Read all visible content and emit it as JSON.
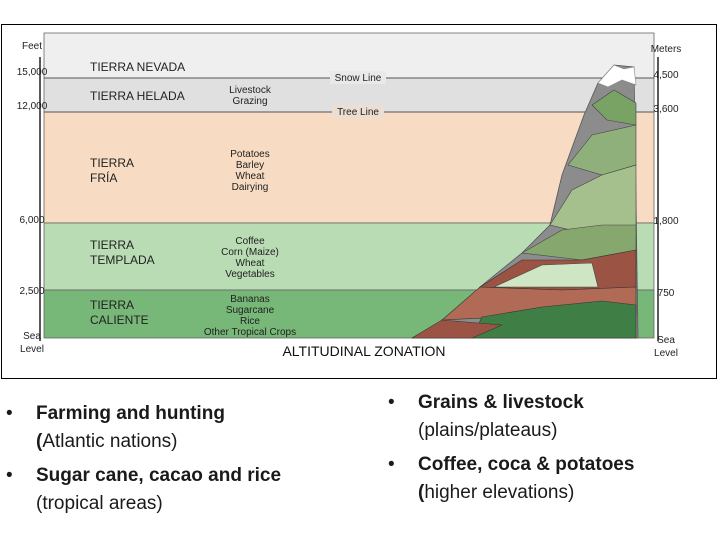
{
  "diagram": {
    "title": "ALTITUDINAL ZONATION",
    "left_unit": "Feet",
    "right_unit": "Meters",
    "left_ticks": [
      "15,000",
      "12,000",
      "6,000",
      "2,500",
      "Sea",
      "Level"
    ],
    "right_ticks": [
      "4,500",
      "3,600",
      "1,800",
      "750",
      "Sea",
      "Level"
    ],
    "lines": {
      "snow": "Snow Line",
      "tree": "Tree Line"
    },
    "zones": [
      {
        "name_lines": [
          "TIERRA NEVADA"
        ],
        "crops": []
      },
      {
        "name_lines": [
          "TIERRA HELADA"
        ],
        "crops": [
          "Livestock",
          "Grazing"
        ]
      },
      {
        "name_lines": [
          "TIERRA",
          "FRÍA"
        ],
        "crops": [
          "Potatoes",
          "Barley",
          "Wheat",
          "Dairying"
        ]
      },
      {
        "name_lines": [
          "TIERRA",
          "TEMPLADA"
        ],
        "crops": [
          "Coffee",
          "Corn (Maize)",
          "Wheat",
          "Vegetables"
        ]
      },
      {
        "name_lines": [
          "TIERRA",
          "CALIENTE"
        ],
        "crops": [
          "Bananas",
          "Sugarcane",
          "Rice",
          "Other Tropical Crops"
        ]
      }
    ],
    "colors": {
      "nevada": "#efefef",
      "helada": "#e0e0e0",
      "fria": "#f7dcc3",
      "templada": "#b9dcb4",
      "caliente": "#77b778",
      "mountain_rock": "#8c8c8c",
      "mountain_green": "#79a364",
      "mountain_red": "#9b5444",
      "snow": "#ffffff"
    }
  },
  "bullets_left": [
    {
      "main": "Farming and hunting",
      "sub_bold": "(",
      "sub": "Atlantic nations)"
    },
    {
      "main": "Sugar cane, cacao and rice",
      "sub_bold": "",
      "sub": "(tropical areas)"
    }
  ],
  "bullets_right": [
    {
      "main": "Grains & livestock",
      "sub_bold": "",
      "sub": "(plains/plateaus)"
    },
    {
      "main": "Coffee, coca & potatoes",
      "sub_bold": "(",
      "sub": "higher elevations)"
    }
  ]
}
